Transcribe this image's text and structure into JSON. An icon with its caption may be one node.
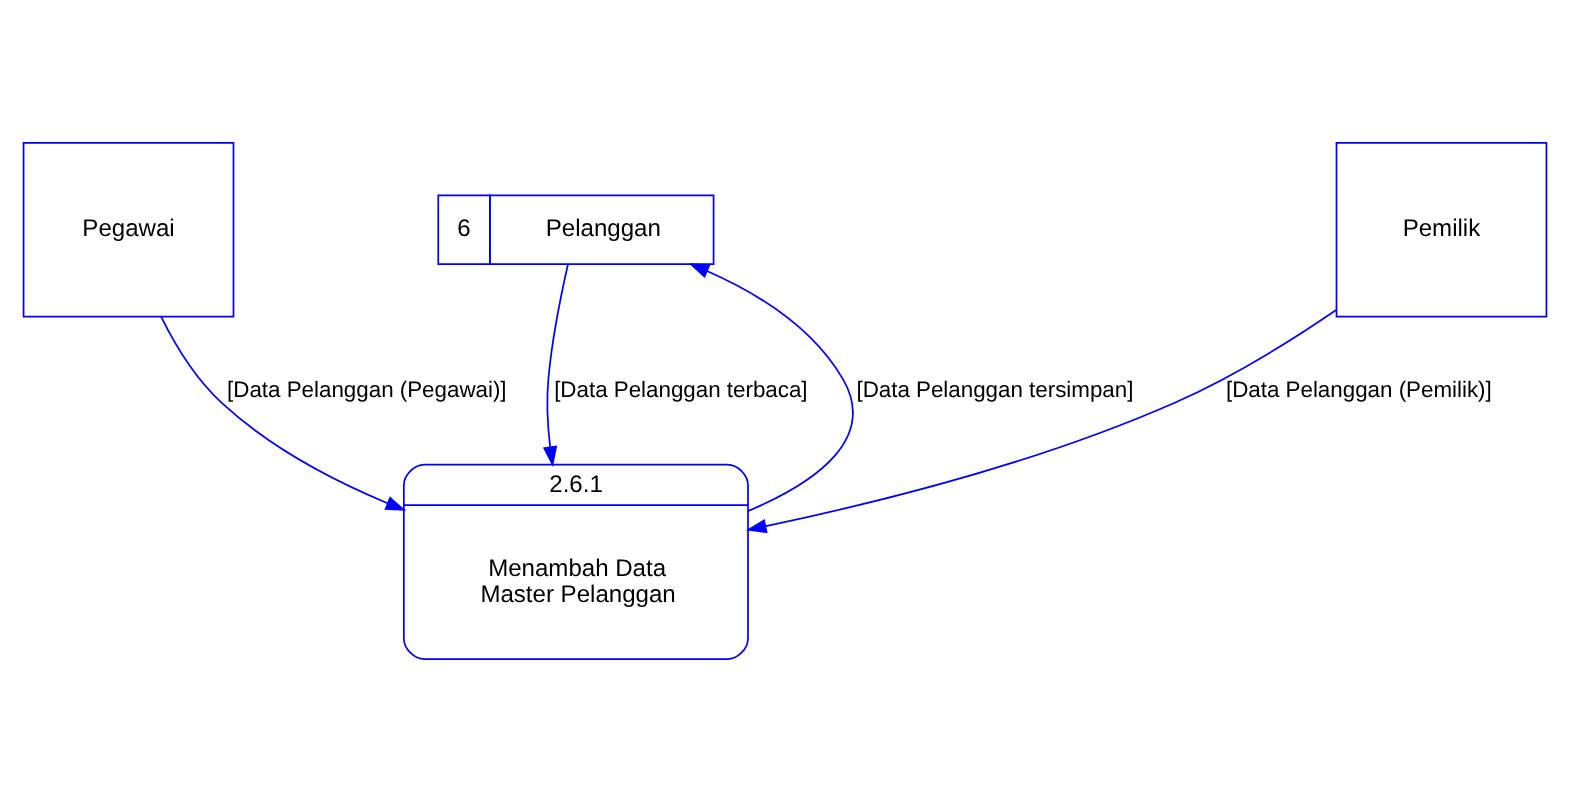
{
  "diagram": {
    "nodes": [
      {
        "text": [
          "Pegawai"
        ]
      },
      {
        "text": [
          "2.6.1",
          "Menambah Data Master Pelanggan"
        ]
      },
      {
        "text": [
          "6",
          "Pelanggan"
        ]
      },
      {
        "text": [
          "Pemilik"
        ]
      }
    ],
    "edges": [
      {
        "from": 0,
        "to": 1,
        "arrow": "to",
        "label": "[Data Pelanggan (Pegawai)]"
      },
      {
        "from": 2,
        "to": 1,
        "arrow": "to",
        "label": "[Data Pelanggan terbaca]"
      },
      {
        "from": 1,
        "to": 2,
        "arrow": "to",
        "label": "[Data Pelanggan tersimpan]"
      },
      {
        "from": 3,
        "to": 1,
        "arrow": "to",
        "label": "[Data Pelanggan (Pemilik)]"
      }
    ]
  }
}
